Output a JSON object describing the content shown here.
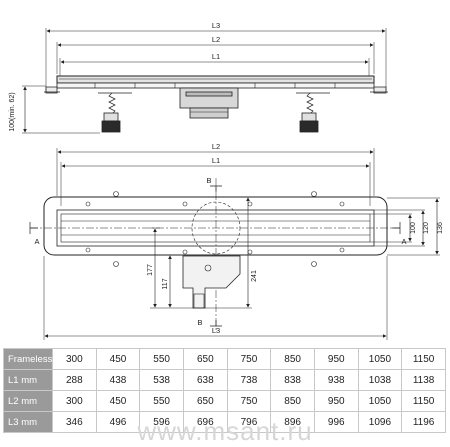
{
  "drawing": {
    "side_view": {
      "dims": [
        "L3",
        "L2",
        "L1"
      ],
      "height_label": "100(min. 62)"
    },
    "top_view": {
      "dims_top": [
        "L2",
        "L1"
      ],
      "dim_bottom": "L3",
      "section_marks": [
        "A",
        "A",
        "B",
        "B"
      ],
      "right_dims": [
        "100",
        "120",
        "136"
      ],
      "bottom_dims": [
        "177",
        "117",
        "241"
      ]
    }
  },
  "table": {
    "rows": [
      {
        "label": "Frameless",
        "values": [
          "300",
          "450",
          "550",
          "650",
          "750",
          "850",
          "950",
          "1050",
          "1150"
        ]
      },
      {
        "label": "L1 mm",
        "values": [
          "288",
          "438",
          "538",
          "638",
          "738",
          "838",
          "938",
          "1038",
          "1138"
        ]
      },
      {
        "label": "L2 mm",
        "values": [
          "300",
          "450",
          "550",
          "650",
          "750",
          "850",
          "950",
          "1050",
          "1150"
        ]
      },
      {
        "label": "L3 mm",
        "values": [
          "346",
          "496",
          "596",
          "696",
          "796",
          "896",
          "996",
          "1096",
          "1196"
        ]
      }
    ]
  },
  "watermark": "www.msant.ru"
}
